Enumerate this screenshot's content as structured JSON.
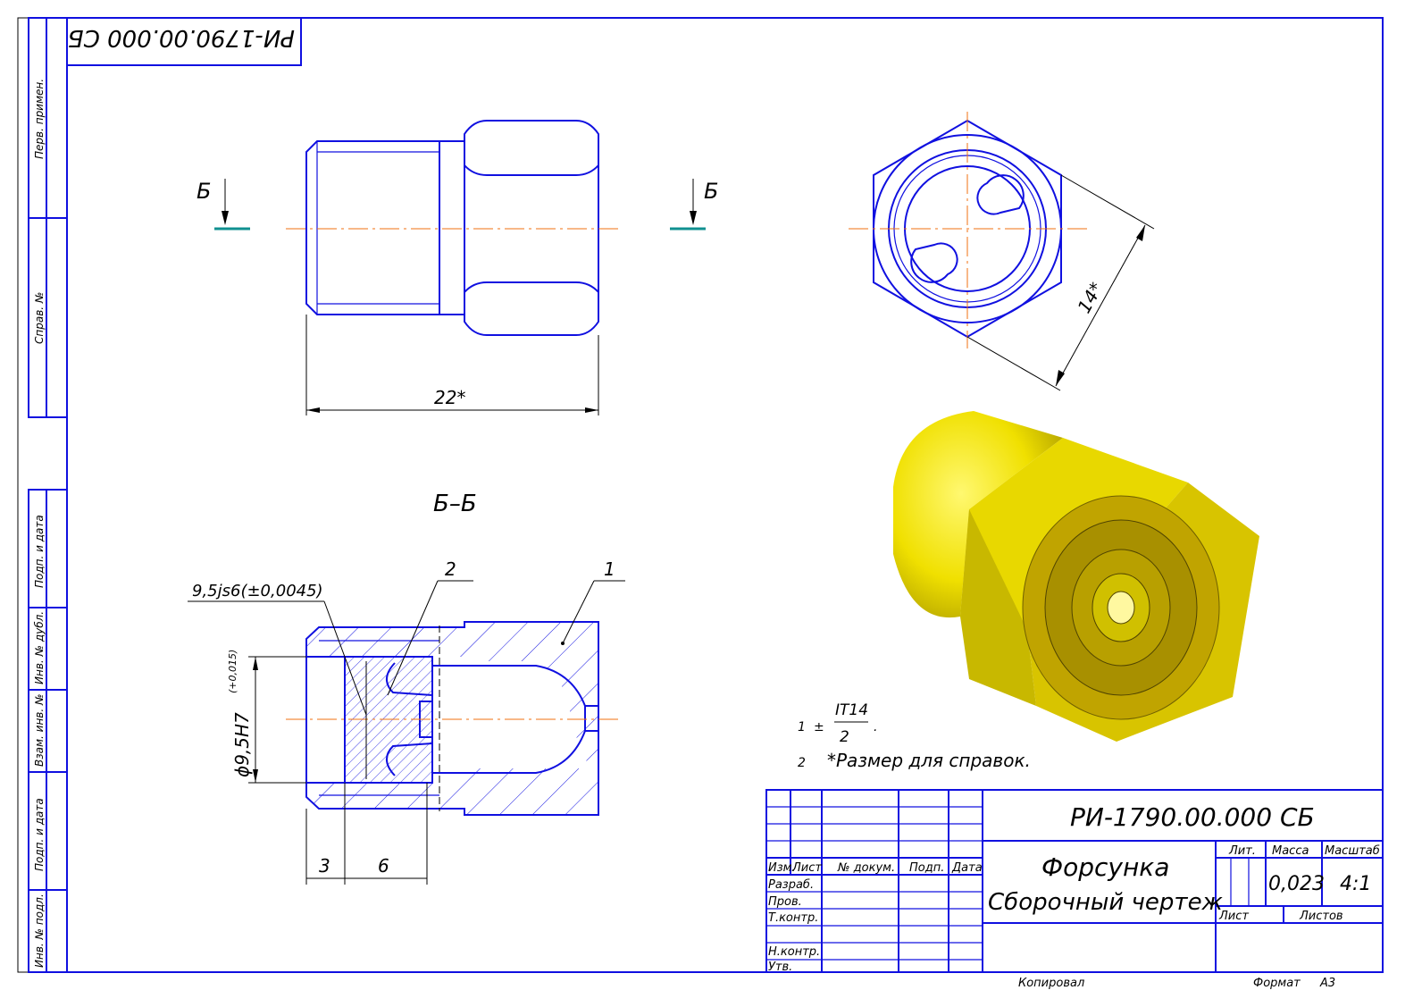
{
  "drawing_code": "РИ-1790.00.000 СБ",
  "stamp_code_rotated": "РИ-1790.00.000 СБ",
  "left_strip": [
    "Перв. примен.",
    "Справ. №",
    "Подп. и дата",
    "Инв. № дубл.",
    "Взам. инв. №",
    "Подп. и дата",
    "Инв. № подл."
  ],
  "views": {
    "section_mark": "Б",
    "section_title": "Б–Б",
    "dim_length": "22*",
    "dim_across_flats": "14*",
    "dim_diameter": "ϕ9,5H7",
    "dim_diameter_tol": "(+0,015)",
    "fit_note": "9,5js6(±0,0045)",
    "dim_3": "3",
    "dim_6": "6",
    "pos_1": "1",
    "pos_2": "2"
  },
  "notes": {
    "n1_num": "1",
    "n1_pm": "±",
    "n1_num_top": "IT14",
    "n1_den": "2",
    "n1_end": ".",
    "n2_num": "2",
    "n2_text": "*Размер для справок."
  },
  "title_block": {
    "headers": [
      "Изм.",
      "Лист",
      "№ докум.",
      "Подп.",
      "Дата"
    ],
    "roles": [
      "Разраб.",
      "Пров.",
      "Т.контр.",
      "Н.контр.",
      "Утв."
    ],
    "name_line1": "Форсунка",
    "name_line2": "Сборочный чертеж",
    "lit_label": "Лит.",
    "mass_label": "Масса",
    "scale_label": "Масштаб",
    "mass": "0,023",
    "scale": "4:1",
    "sheet_label": "Лист",
    "sheets_label": "Листов",
    "copied": "Копировал",
    "format_label": "Формат",
    "format": "А3"
  },
  "colors": {
    "line": "#1010e0",
    "axis": "#f07010",
    "part": "#f0e000",
    "cut": "#109090"
  }
}
